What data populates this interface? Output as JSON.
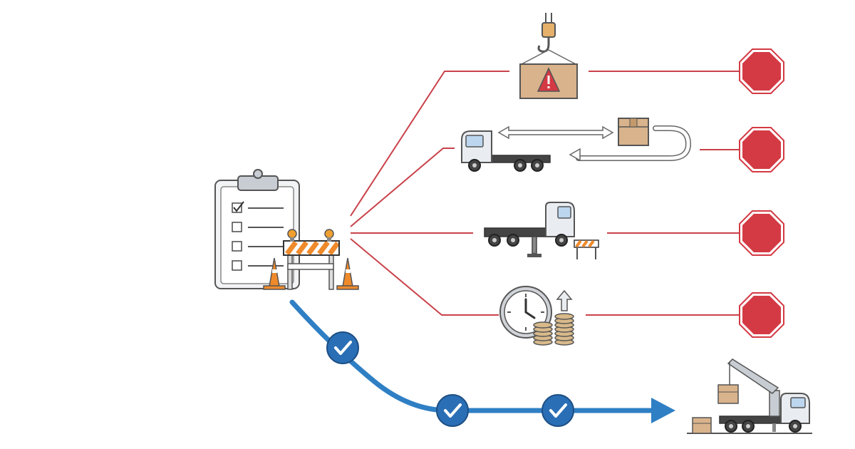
{
  "colors": {
    "risk_line": "#c9424a",
    "stop_sign": "#d43a44",
    "success_path": "#2f7fc4",
    "check_badge": "#2a6fb5",
    "outline": "#555555",
    "barricade_orange": "#ef8a2b",
    "cardboard": "#d9b38c",
    "truck_body": "#e9edf1",
    "coin": "#d8b98a"
  },
  "icons": {
    "start": [
      "clipboard-checklist-icon",
      "road-barricade-icon",
      "traffic-cone-icon"
    ],
    "risks": [
      "crane-hook-warning-box-icon",
      "truck-return-trip-icon",
      "truck-stabilizer-barrier-icon",
      "clock-cost-increase-icon"
    ],
    "risk_end": "stop-sign-icon",
    "success_marker": "checkmark-badge-icon",
    "goal": "crane-truck-delivery-icon"
  },
  "checklist": {
    "items": 4,
    "checked": 1
  },
  "success_path": {
    "checkpoints": 3
  }
}
